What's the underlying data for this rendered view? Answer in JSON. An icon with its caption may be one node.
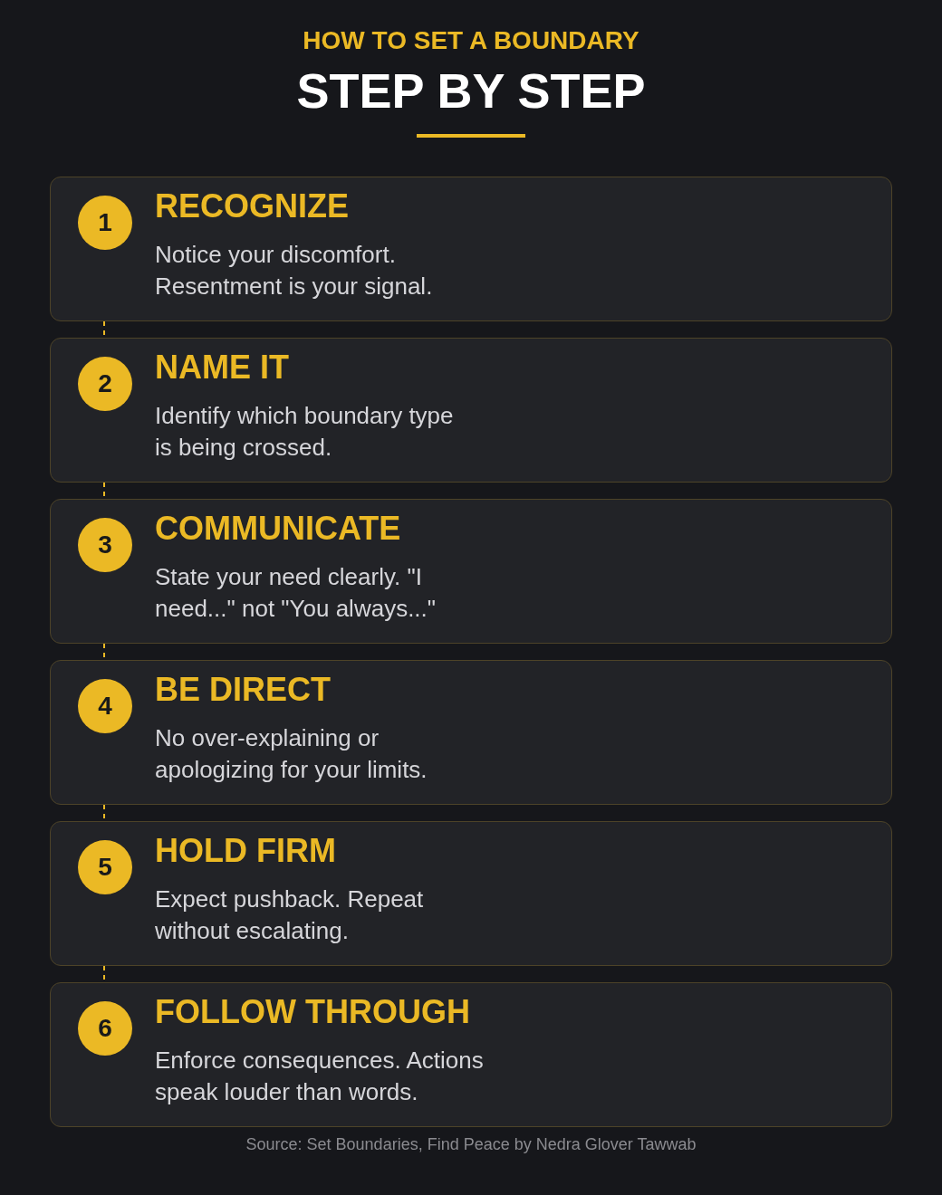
{
  "diagram": {
    "title": "STEP BY STEP",
    "caption": "Source: Set Boundaries, Find Peace by Nedra Glover Tawwab",
    "nodes": [
      {
        "text": [
          "RECOGNIZE",
          "Notice your discomfort. Resentment is your signal."
        ]
      },
      {
        "text": [
          "1"
        ],
        "in": 0
      },
      {
        "text": [
          "NAME IT",
          "Identify which boundary type is being crossed."
        ]
      },
      {
        "text": [
          "2"
        ],
        "in": 2
      },
      {
        "text": [
          "COMMUNICATE",
          "State your need clearly. \"I need...\" not \"You always...\""
        ]
      },
      {
        "text": [
          "3"
        ],
        "in": 4
      },
      {
        "text": [
          "BE DIRECT",
          "No over-explaining or apologizing for your limits."
        ]
      },
      {
        "text": [
          "4"
        ],
        "in": 6
      },
      {
        "text": [
          "HOLD FIRM",
          "Expect pushback. Repeat without escalating."
        ]
      },
      {
        "text": [
          "5"
        ],
        "in": 8
      },
      {
        "text": [
          "FOLLOW THROUGH",
          "Enforce consequences. Actions speak louder than words."
        ]
      },
      {
        "text": [
          "6"
        ],
        "in": 10
      }
    ],
    "edges": [
      {
        "from": 0,
        "to": 2,
        "arrow": "none",
        "style": "dashed"
      },
      {
        "from": 2,
        "to": 4,
        "arrow": "none",
        "style": "dashed"
      },
      {
        "from": 4,
        "to": 6,
        "arrow": "none",
        "style": "dashed"
      },
      {
        "from": 6,
        "to": 8,
        "arrow": "none",
        "style": "dashed"
      },
      {
        "from": 8,
        "to": 10,
        "arrow": "none",
        "style": "dashed"
      }
    ],
    "labels": [
      "HOW TO SET A BOUNDARY"
    ]
  }
}
